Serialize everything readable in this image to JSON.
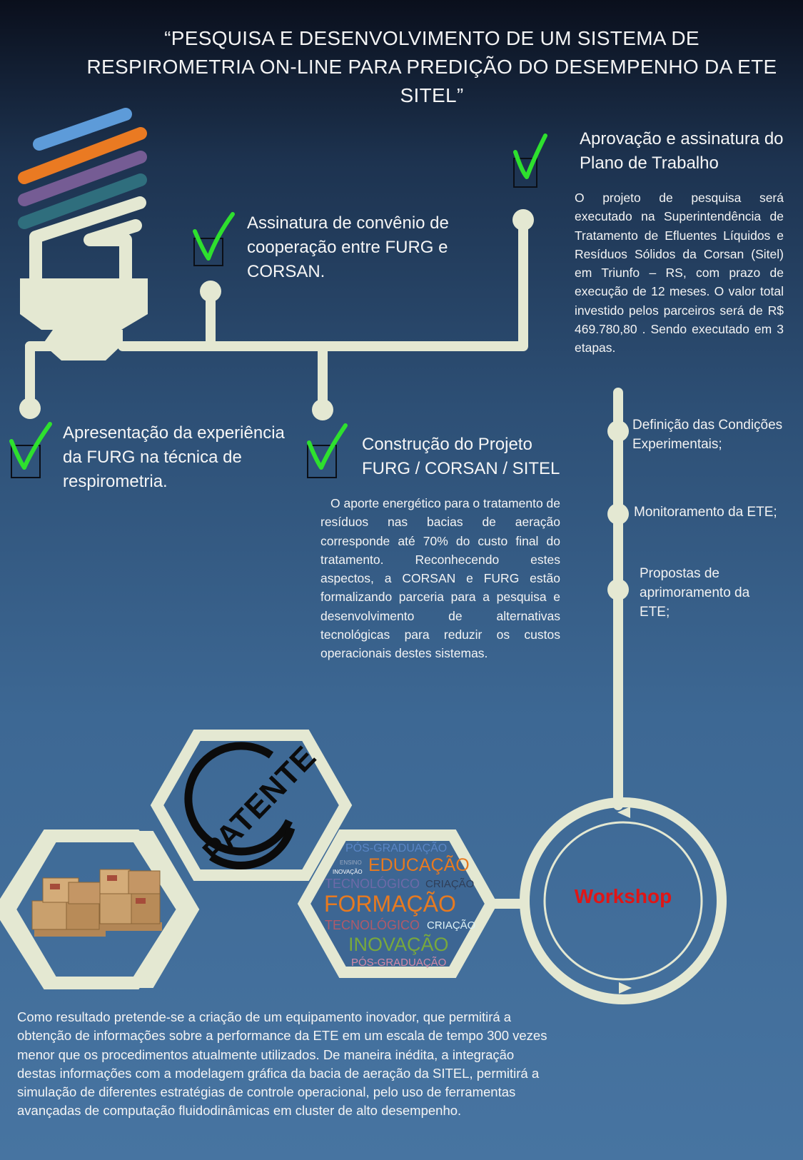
{
  "title": "“PESQUISA E DESENVOLVIMENTO DE UM SISTEMA DE RESPIROMETRIA ON-LINE PARA PREDIÇÃO DO DESEMPENHO DA ETE SITEL”",
  "milestones": [
    {
      "label": "Assinatura de convênio de cooperação entre FURG e CORSAN."
    },
    {
      "label": "Aprovação e assinatura do Plano de Trabalho"
    },
    {
      "label": "Apresentação da experiência da FURG na técnica de respirometria."
    },
    {
      "label": "Construção do Projeto FURG / CORSAN / SITEL"
    }
  ],
  "approval_text": "O projeto de pesquisa será executado na Superintendência de Tratamento de Efluentes Líquidos e Resíduos Sólidos da Corsan (Sitel) em Triunfo – RS, com prazo de execução de 12 meses. O valor total investido pelos parceiros será de R$ 469.780,80 . Sendo executado em 3 etapas.",
  "construction_text": "O aporte energético para o tratamento de resíduos nas bacias de aeração corresponde até 70% do custo final do tratamento. Reconhecendo estes aspectos, a CORSAN e FURG estão formalizando parceria para a pesquisa e desenvolvimento de alternativas tecnológicas para reduzir os custos operacionais destes sistemas.",
  "stages": [
    {
      "label": "Definição das Condições Experimentais;"
    },
    {
      "label": "Monitoramento da ETE;"
    },
    {
      "label": "Propostas de aprimoramento da ETE;"
    }
  ],
  "workshop_label": "Workshop",
  "patent_label": "PATENTE",
  "word_cloud": {
    "words": [
      "PÓS-GRADUAÇÃO",
      "ENSINO",
      "INOVAÇÃO",
      "EDUCAÇÃO",
      "TECNOLÓGICO",
      "CRIAÇÃO",
      "FORMAÇÃO",
      "TECNOLÓGICO",
      "CRIAÇÃO",
      "INOVAÇÃO",
      "PÓS-GRADUAÇÃO"
    ]
  },
  "result_text": "Como resultado pretende-se a criação de um equipamento inovador, que permitirá a obtenção de informações sobre a performance da ETE em um escala de tempo 300 vezes menor que os procedimentos atualmente utilizados. De maneira inédita, a integração destas informações com a modelagem gráfica da bacia de aeração da SITEL, permitirá a simulação de diferentes estratégias de controle operacional, pelo uso de ferramentas avançadas de computação fluidodinâmicas em cluster de alto desempenho.",
  "colors": {
    "connector": "#e4e8d2",
    "check": "#2ee02e",
    "workshop": "#e01515",
    "bulb_stripes": [
      "#5d9bd9",
      "#ea7a22",
      "#755c94",
      "#2f6e7d"
    ]
  },
  "icons": [
    "lightbulb-icon",
    "check-icon",
    "boxes-icon",
    "patent-stamp-icon",
    "cycle-arrows-icon"
  ]
}
